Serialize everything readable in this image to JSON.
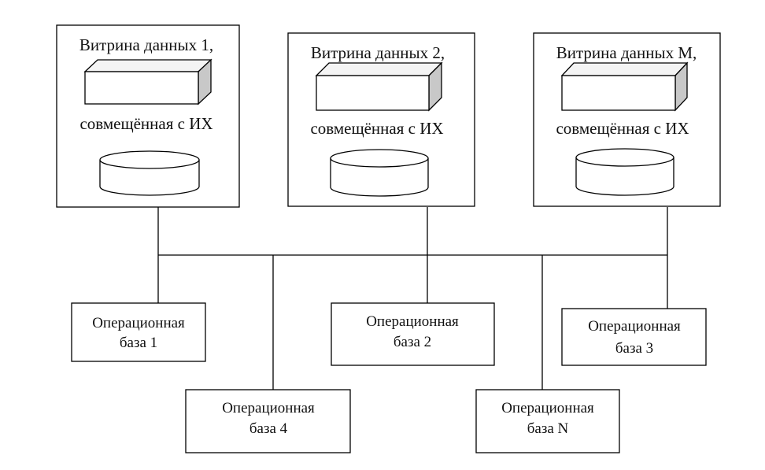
{
  "data_marts": [
    {
      "line1": "Витрина данных 1,",
      "line2": "совмещённая с ИХ"
    },
    {
      "line1": "Витрина данных 2,",
      "line2": "совмещённая с ИХ"
    },
    {
      "line1": "Витрина данных М,",
      "line2": "совмещённая с ИХ"
    }
  ],
  "operational_dbs": [
    {
      "line1": "Операционная",
      "line2": "база 1"
    },
    {
      "line1": "Операционная",
      "line2": "база 2"
    },
    {
      "line1": "Операционная",
      "line2": "база 3"
    },
    {
      "line1": "Операционная",
      "line2": "база 4"
    },
    {
      "line1": "Операционная",
      "line2": "база N"
    }
  ]
}
